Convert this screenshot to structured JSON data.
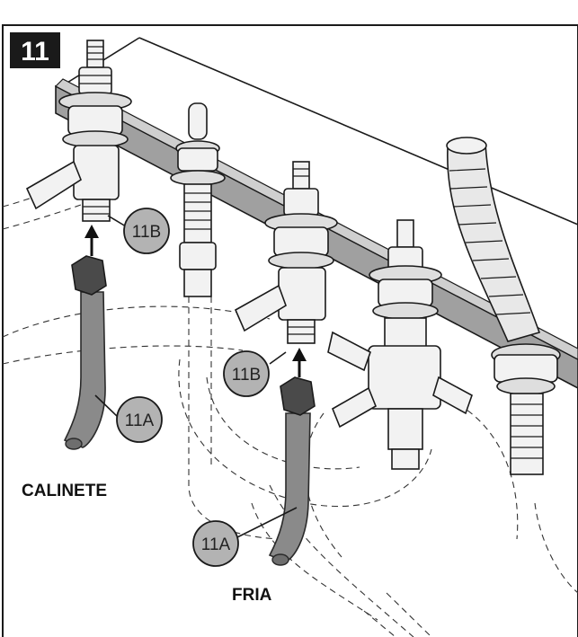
{
  "step": {
    "number": "11"
  },
  "callouts": {
    "left_11b": "11B",
    "left_11a": "11A",
    "center_11b": "11B",
    "center_11a": "11A"
  },
  "labels": {
    "hot": "CALINETE",
    "cold": "FRIA"
  },
  "colors": {
    "frame": "#1a1a1a",
    "step_badge": "#1a1a1a",
    "callout_fill": "#b3b3b3",
    "supply_hose": "#8a8a8a",
    "mounting_bar": "#a0a0a0"
  },
  "icons": [
    "arrow-up-icon"
  ]
}
